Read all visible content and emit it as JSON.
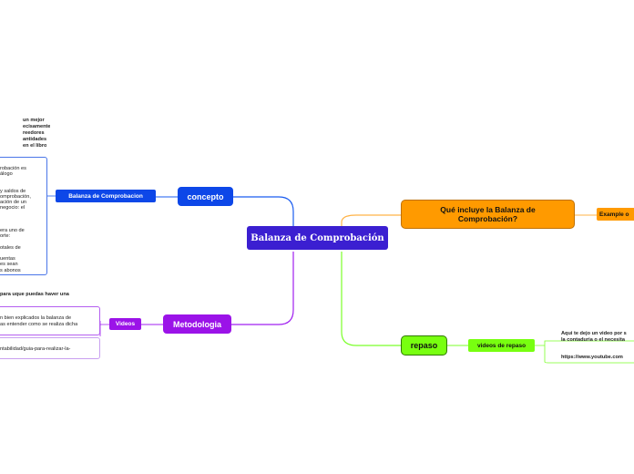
{
  "colors": {
    "central": "#3b1fd1",
    "concepto": "#0d47e8",
    "metodologia": "#9b13e8",
    "que": "#ff9a00",
    "repaso": "#78ff10",
    "concepto_line": "#1a5cf0",
    "metodologia_line": "#a020f0",
    "que_line": "#ffb347",
    "repaso_line": "#7bff2a"
  },
  "central": {
    "label": "Balanza de Comprobación"
  },
  "concepto": {
    "label": "concepto",
    "sub": "Balanza de Comprobacion",
    "top_note": [
      "un mejor",
      "ecisamente",
      "reedores",
      "antidades",
      "en el libro"
    ],
    "detail": [
      "robación es",
      "álogo",
      "",
      "",
      "y saldos de",
      "omprobación,",
      "ación de un",
      "negocio: el",
      "",
      "",
      "",
      "era uno de",
      "orte:",
      "",
      "otales de",
      "",
      "uentas",
      "es sean",
      "s abonos"
    ]
  },
  "metodologia": {
    "label": "Metodologia",
    "sub": "Videos",
    "note_top": "para uque puedas haver una",
    "item1": [
      "n bien explicados la balanza de",
      "as entender como se realiza dicha"
    ],
    "item2": "ntabilidad/guia-para-realizar-la-"
  },
  "que": {
    "label": "Qué incluye la Balanza de Comprobación?",
    "sub": "Example o"
  },
  "repaso": {
    "label": "repaso",
    "sub": "videos de repaso",
    "note": [
      "Aqui te dejo un video por s",
      "la contaduria o el necesita"
    ],
    "link": "https://www.youtube.com"
  }
}
